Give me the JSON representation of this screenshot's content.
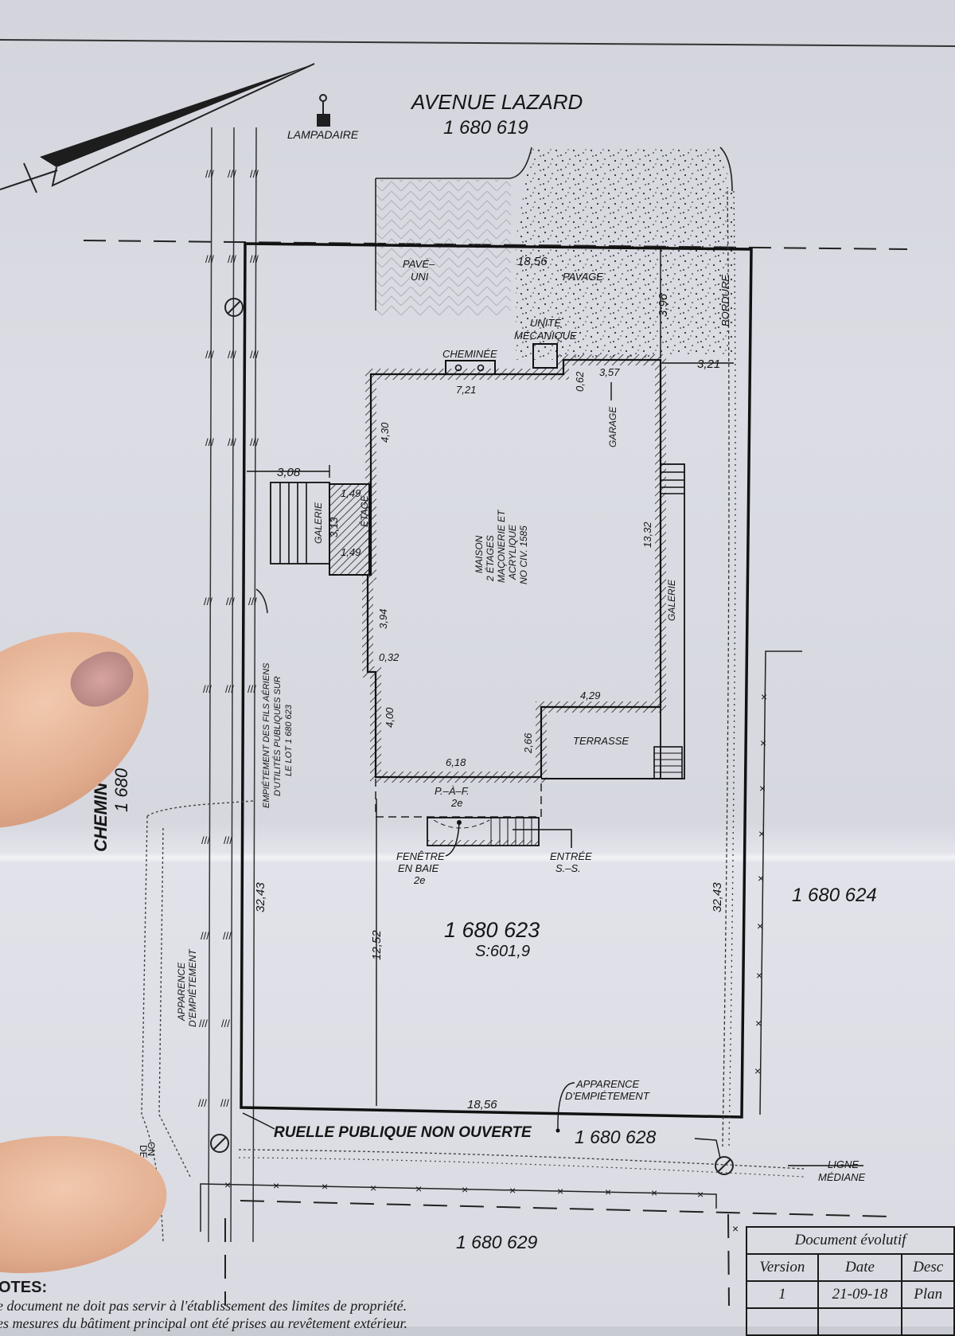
{
  "document": {
    "type": "Certificat de localisation / plan de site (photo)",
    "street": {
      "name": "AVENUE LAZARD",
      "lot": "1 680 619"
    },
    "side_street": {
      "name_partial": "CHEMIN",
      "lot_partial": "1 680"
    },
    "lane": {
      "name": "RUELLE PUBLIQUE NON OUVERTE",
      "lot": "1 680 628"
    },
    "rear_lot": "1 680 629",
    "neighbor_lot": "1 680 624",
    "subject_lot": {
      "number": "1 680 623",
      "area": "S:601,9"
    }
  },
  "labels": {
    "lamppost": "LAMPADAIRE",
    "pave_uni_1": "PAVÉ–",
    "pave_uni_2": "UNI",
    "pavage": "PAVAGE",
    "unit_1": "UNITÉ",
    "unit_2": "MÉCANIQUE",
    "chimney": "CHEMINÉE",
    "garage": "GARAGE",
    "bordure": "BORDURE",
    "galerie_left": "GALERIE",
    "etage": "ÉTAGE",
    "galerie_right": "GALERIE",
    "terrasse": "TERRASSE",
    "house_1": "MAISON",
    "house_2": "2 ÉTAGES",
    "house_3": "MAÇONERIE ET",
    "house_4": "ACRYLIQUE",
    "house_5": "NO CIV. 1585",
    "paf_1": "P.–À–F.",
    "paf_2": "2e",
    "bay_1": "FENÊTRE",
    "bay_2": "EN BAIE",
    "bay_3": "2e",
    "entry_1": "ENTRÉE",
    "entry_2": "S.–S.",
    "wires_1": "EMPIÉTEMENT DES FILS AÉRIENS",
    "wires_2": "D'UTILITÉS PUBLIQUES SUR",
    "wires_3": "LE LOT 1 680 623",
    "encroach_left_1": "APPARENCE",
    "encroach_left_2": "D'EMPIÉTEMENT",
    "encroach_rear_1": "APPARENCE",
    "encroach_rear_2": "D'EMPIÉTEMENT",
    "median_1": "LIGNE",
    "median_2": "MÉDIANE",
    "cut_left_1": "DE",
    "cut_left_2": "ON"
  },
  "dimensions": {
    "front": "18,56",
    "rear": "18,56",
    "left_side": "32,43",
    "right_side": "32,43",
    "front_setback": "3,96",
    "right_setback": "3,21",
    "left_setback": "3,08",
    "rear_setback": "12,52",
    "house_front": "7,21",
    "garage_step": "0,62",
    "garage_width": "3,57",
    "house_right": "13,32",
    "left_upper": "4,30",
    "etage_top": "1,49",
    "etage_depth": "3,13",
    "etage_bottom": "1,49",
    "left_mid": "3,94",
    "jog": "0,32",
    "left_lower": "4,00",
    "rear_wall": "6,18",
    "rear_step": "2,66",
    "terrace_wall": "4,29"
  },
  "revision_table": {
    "title": "Document évolutif",
    "columns": [
      "Version",
      "Date",
      "Desc"
    ],
    "rows": [
      [
        "1",
        "21-09-18",
        "Plan"
      ]
    ]
  },
  "notes": {
    "heading": "OTES:",
    "lines": [
      "e document ne doit pas servir à l'établissement des limites de propriété.",
      "es mesures du bâtiment principal ont été prises au revêtement extérieur."
    ]
  },
  "colors": {
    "paper": "#d8d9e0",
    "ink": "#151515",
    "skin": "#e5b194"
  }
}
